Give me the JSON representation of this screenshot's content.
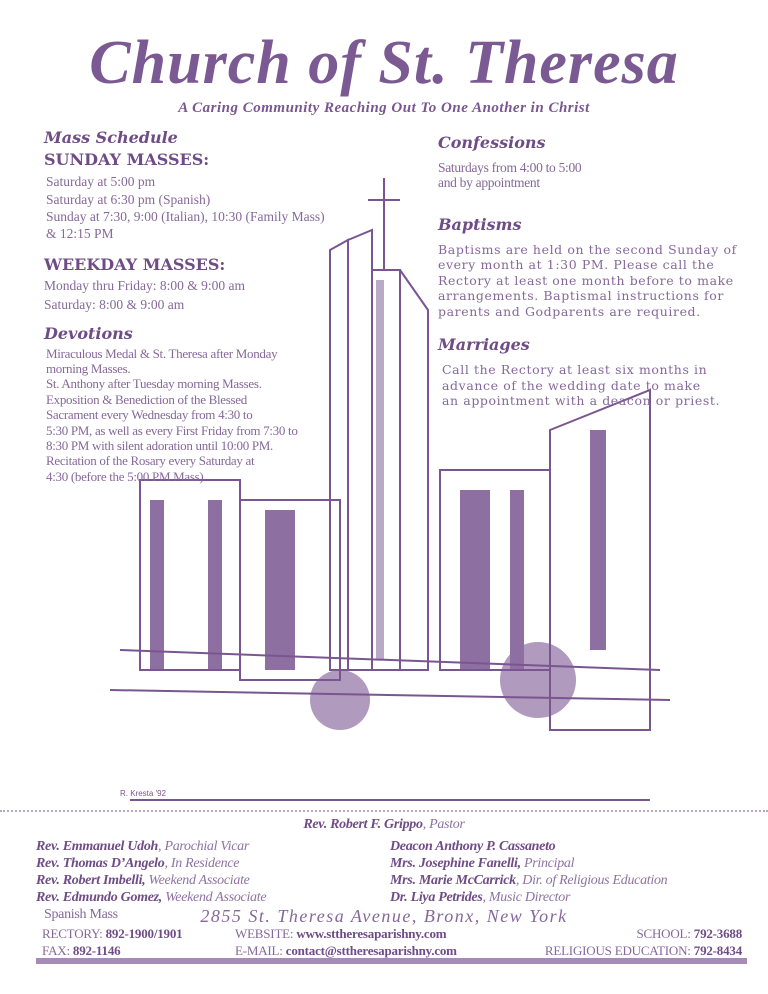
{
  "header": {
    "title": "Church of St. Theresa",
    "tagline": "A Caring Community Reaching Out To One Another in Christ"
  },
  "mass_schedule": {
    "heading": "Mass Schedule",
    "sunday_heading": "SUNDAY MASSES:",
    "sunday": [
      "Saturday at 5:00 pm",
      "Saturday at 6:30 pm (Spanish)",
      "Sunday at 7:30, 9:00 (Italian), 10:30 (Family Mass)",
      "& 12:15 PM"
    ],
    "weekday_heading": "WEEKDAY MASSES:",
    "weekday": [
      "Monday thru Friday: 8:00 & 9:00 am",
      "Saturday: 8:00 & 9:00 am"
    ]
  },
  "devotions": {
    "heading": "Devotions",
    "lines": [
      "Miraculous Medal & St. Theresa after Monday",
      "morning Masses.",
      "St. Anthony after Tuesday morning Masses.",
      "Exposition & Benediction of the Blessed",
      "Sacrament every Wednesday from 4:30 to",
      "5:30 PM, as well as every First Friday from 7:30 to",
      "8:30 PM with silent adoration until 10:00 PM.",
      "Recitation of the Rosary every Saturday at",
      "4:30 (before the 5:00 PM Mass)"
    ]
  },
  "confessions": {
    "heading": "Confessions",
    "lines": [
      "Saturdays from 4:00 to 5:00",
      "and by appointment"
    ]
  },
  "baptisms": {
    "heading": "Baptisms",
    "lines": [
      "Baptisms are held on the second Sunday of",
      "every month at 1:30 PM.  Please call the",
      "Rectory at least one month before to make",
      "arrangements.  Baptismal instructions for",
      "parents and Godparents are required."
    ]
  },
  "marriages": {
    "heading": "Marriages",
    "lines": [
      "Call the Rectory at least six months in",
      "advance of the wedding date to make",
      "an appointment with a deacon or priest."
    ]
  },
  "artist_signature": "R. Kresta '92",
  "pastor": {
    "name": "Rev. Robert F. Grippo",
    "role": ", Pastor"
  },
  "staff_left": [
    {
      "name": "Rev. Emmanuel Udoh",
      "role": ", Parochial Vicar"
    },
    {
      "name": "Rev. Thomas D’Angelo",
      "role": ", In Residence"
    },
    {
      "name": "Rev. Robert Imbelli,",
      "role": " Weekend Associate"
    },
    {
      "name": "Rev. Edmundo Gomez,",
      "role": " Weekend Associate"
    }
  ],
  "staff_left_note": "Spanish Mass",
  "staff_right": [
    {
      "name": "Deacon Anthony P. Cassaneto",
      "role": ""
    },
    {
      "name": "Mrs. Josephine Fanelli,",
      "role": " Principal"
    },
    {
      "name": "Mrs. Marie McCarrick",
      "role": ", Dir. of Religious Education"
    },
    {
      "name": "Dr. Liya Petrides",
      "role": ", Music Director"
    }
  ],
  "address": "2855 St. Theresa Avenue, Bronx, New York",
  "contacts": {
    "rectory_label": "RECTORY: ",
    "rectory": "892-1900/1901",
    "fax_label": "FAX: ",
    "fax": "892-1146",
    "website_label": "WEBSITE: ",
    "website": "www.sttheresaparishny.com",
    "email_label": "E-MAIL: ",
    "email": "contact@sttheresaparishny.com",
    "school_label": "SCHOOL: ",
    "school": "792-3688",
    "religious_ed_label": "RELIGIOUS EDUCATION:  ",
    "religious_ed": "792-8434"
  },
  "colors": {
    "accent": "#7b5a93",
    "text": "#86689a",
    "bar": "#a68bb8"
  }
}
